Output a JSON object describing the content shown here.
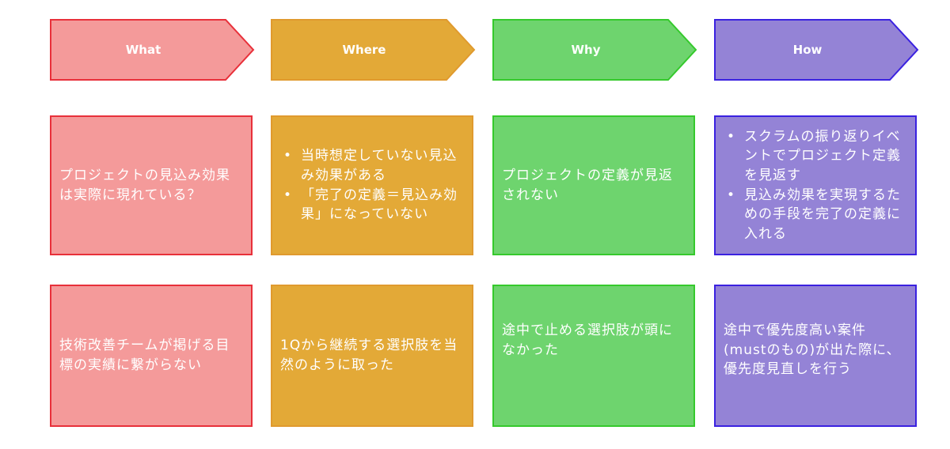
{
  "headers": [
    {
      "label": "What",
      "fill": "#f49a9a",
      "stroke": "#e8303a"
    },
    {
      "label": "Where",
      "fill": "#e3a937",
      "stroke": "#e09a2e"
    },
    {
      "label": "Why",
      "fill": "#6ed46e",
      "stroke": "#35c92c"
    },
    {
      "label": "How",
      "fill": "#9483d6",
      "stroke": "#3a21e0"
    }
  ],
  "row1": {
    "what": "プロジェクトの見込み効果は実際に現れている？",
    "where": [
      "当時想定していない見込み効果がある",
      "「完了の定義＝見込み効果」になっていない"
    ],
    "why": "プロジェクトの定義が見返されない",
    "how": [
      "スクラムの振り返りイベントでプロジェクト定義を見返す",
      "見込み効果を実現するための手段を完了の定義に入れる"
    ]
  },
  "row2": {
    "what": "技術改善チームが掲げる目標の実績に繋がらない",
    "where": "1Qから継続する選択肢を当然のように取った",
    "why": "途中で止める選択肢が頭になかった",
    "how": "途中で優先度高い案件(mustのもの)が出た際に、優先度見直しを行う"
  }
}
